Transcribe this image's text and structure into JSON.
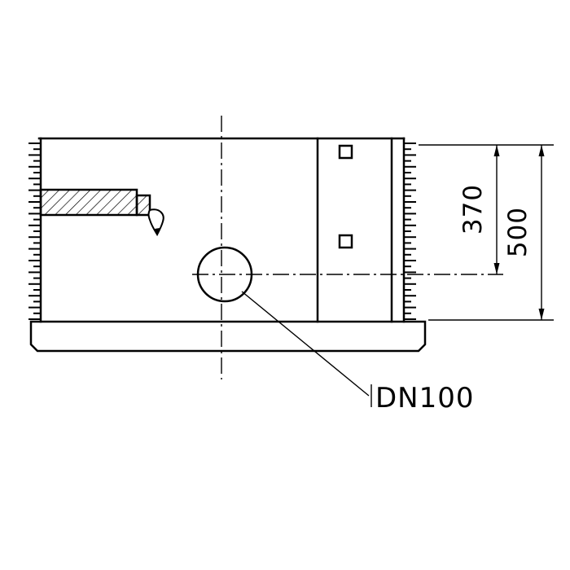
{
  "drawing": {
    "dim_370": "370",
    "dim_500": "500",
    "hole_label": "DN100",
    "line_color": "#000000",
    "background_color": "#ffffff"
  }
}
